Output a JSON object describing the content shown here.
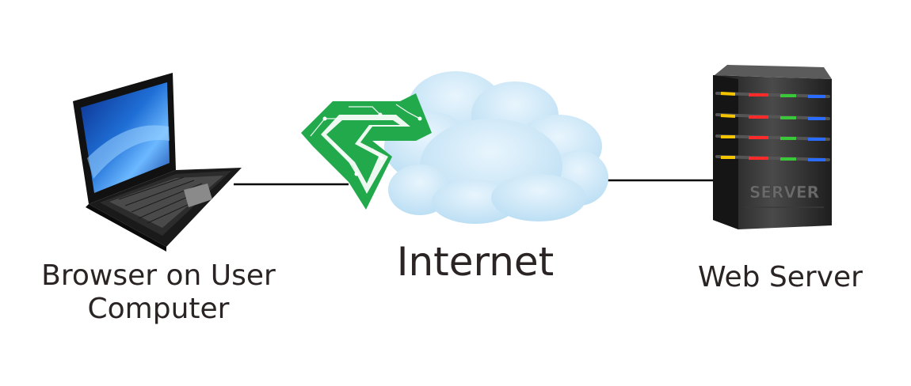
{
  "nodes": {
    "client": {
      "label": "Browser on User\nComputer",
      "icon": "laptop-icon"
    },
    "internet": {
      "label": "Internet",
      "icon": "cloud-icon",
      "logo": "g-logo-icon"
    },
    "server": {
      "label": "Web Server",
      "icon": "server-tower-icon",
      "badge": "SERVER"
    }
  },
  "edges": [
    {
      "from": "client",
      "to": "internet"
    },
    {
      "from": "internet",
      "to": "server"
    }
  ],
  "colors": {
    "line": "#000000",
    "label_text": "#2a2424",
    "cloud": "#cfe8f7",
    "logo_green": "#22a94b",
    "laptop_body": "#1a1a1a",
    "laptop_screen": "#1f6fd6",
    "server_body": "#2b2b2b",
    "server_lights": [
      "#f5c400",
      "#ff2a2a",
      "#3ac83a",
      "#2a6cff"
    ]
  }
}
